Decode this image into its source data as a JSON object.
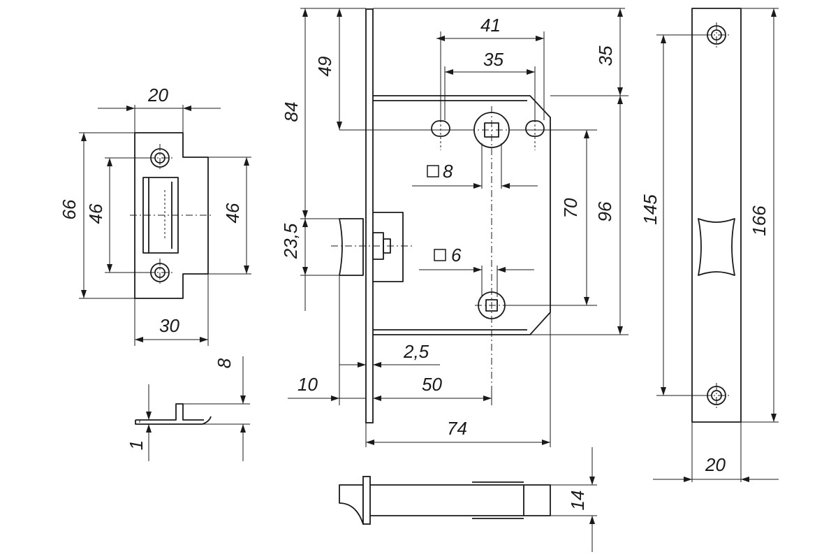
{
  "dimensions": {
    "strike_width_top": "20",
    "strike_height_outer": "66",
    "strike_hole_spacing_left": "46",
    "strike_hole_spacing_right": "46",
    "strike_width_bottom": "30",
    "strike_lip_height": "8",
    "strike_plate_thickness": "1",
    "spindle_offset_49": "49",
    "body_top_84": "84",
    "mount_spacing_41": "41",
    "mount_spacing_35": "35",
    "top_offset_35": "35",
    "spindle_square": "8",
    "privacy_square": "6",
    "center_distance": "70",
    "body_height": "96",
    "latch_height": "23,5",
    "faceplate_thickness": "2,5",
    "latch_projection": "10",
    "backset": "50",
    "body_depth": "74",
    "faceplate_hole_spacing": "145",
    "faceplate_length": "166",
    "faceplate_width": "20",
    "latch_body_thickness": "14"
  }
}
